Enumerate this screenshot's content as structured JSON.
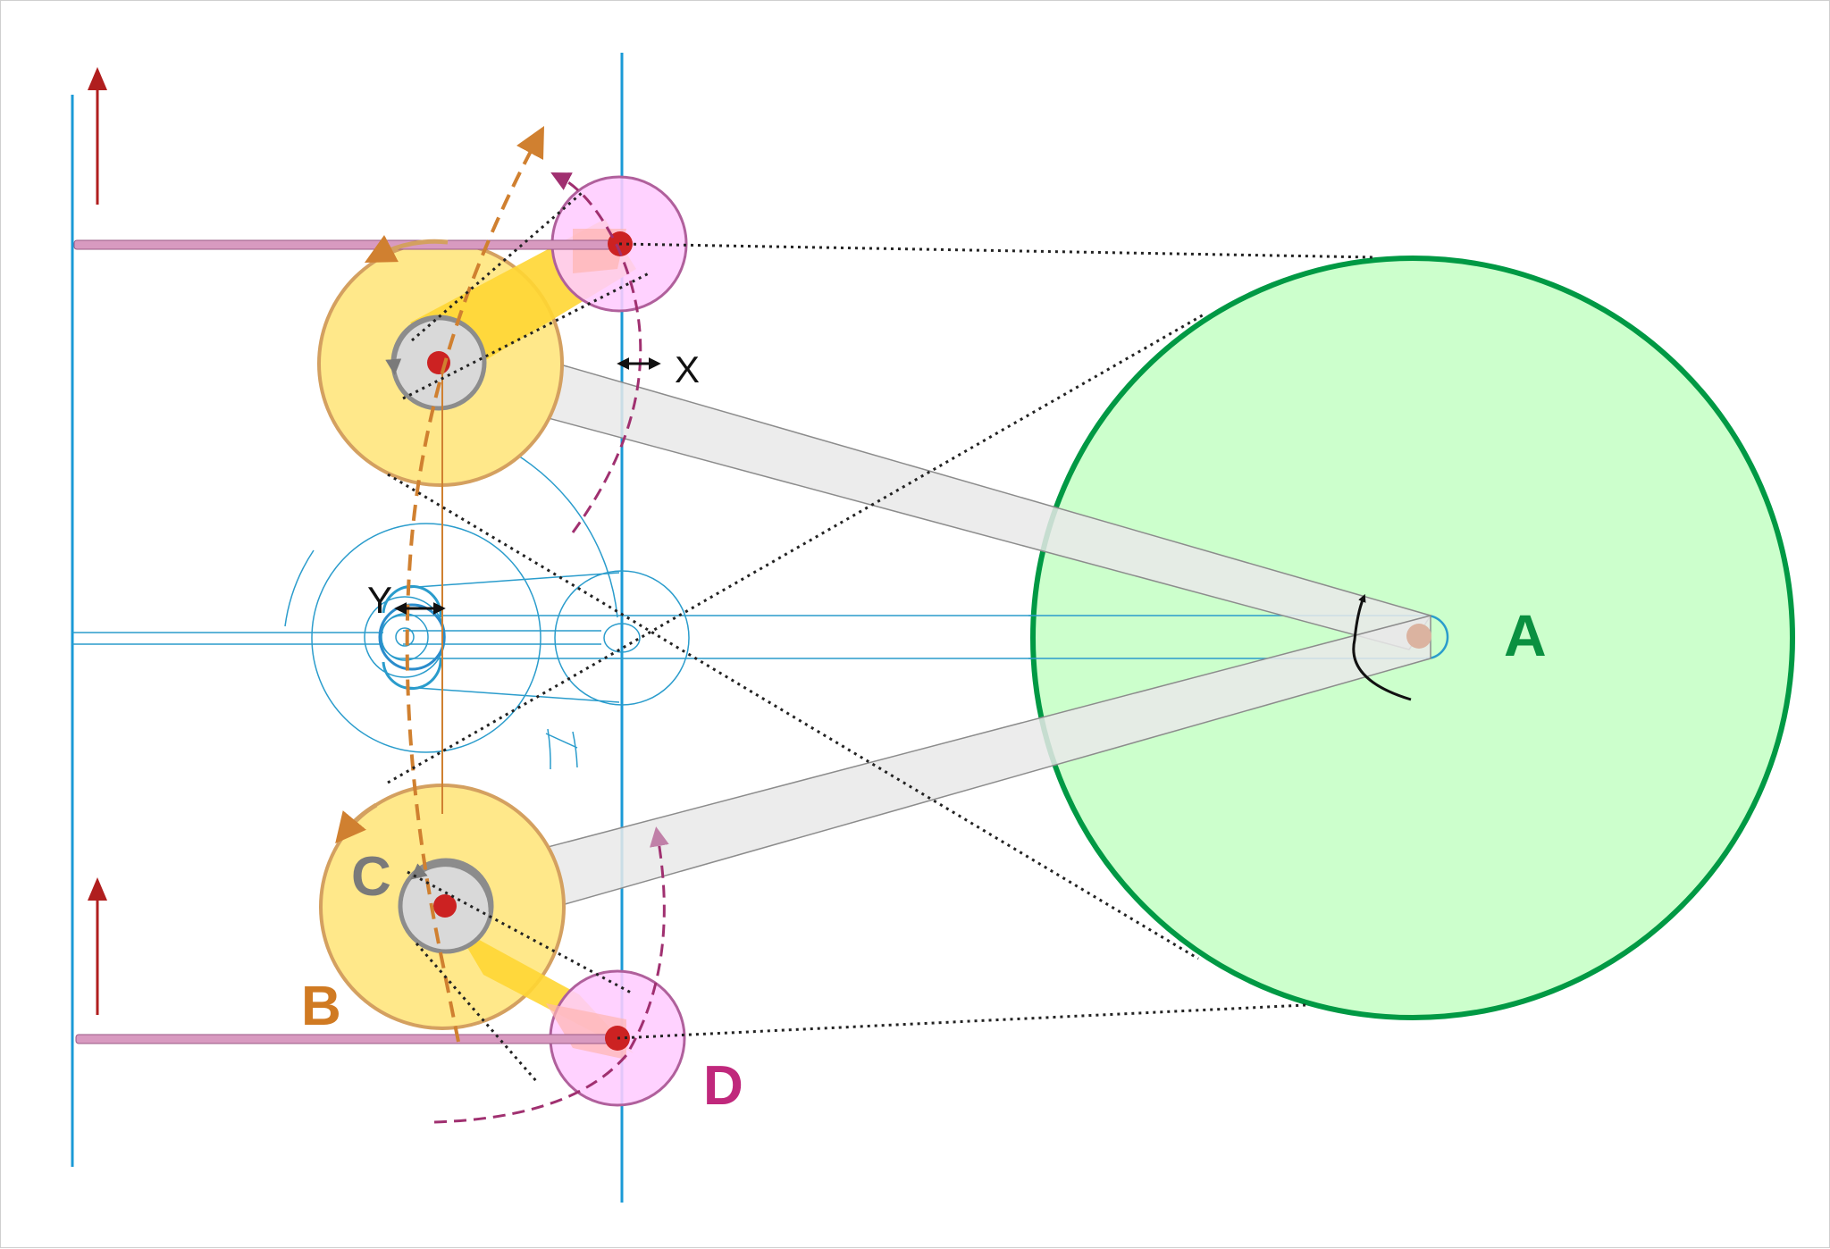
{
  "diagram": {
    "labels": {
      "a": "A",
      "b": "B",
      "c": "C",
      "d": "D",
      "x": "X",
      "y": "Y"
    },
    "colors": {
      "wheel_a_fill": "#ccffcc",
      "wheel_a_stroke": "#009944",
      "label_a": "#0a9040",
      "wheel_b_fill": "#ffe88a",
      "wheel_b_stroke": "#d4a060",
      "label_b": "#d07a22",
      "hub_c_fill": "#d9d9d9",
      "hub_c_stroke": "#8c8c8c",
      "label_c": "#7a7a7a",
      "wheel_d_fill": "#ffccff",
      "wheel_d_stroke": "#b0609c",
      "label_d": "#c0287c",
      "guide_rail": "#1a9ad6",
      "thin_linkage": "#2a9ccc",
      "pivot": "#cc2222",
      "arrow_red": "#b01e1e",
      "arrow_orange": "#d08030",
      "arrow_magenta": "#a03070",
      "rod": "#d89ac0",
      "dotted": "#222222",
      "gray_link": "#e9e9e9"
    }
  }
}
